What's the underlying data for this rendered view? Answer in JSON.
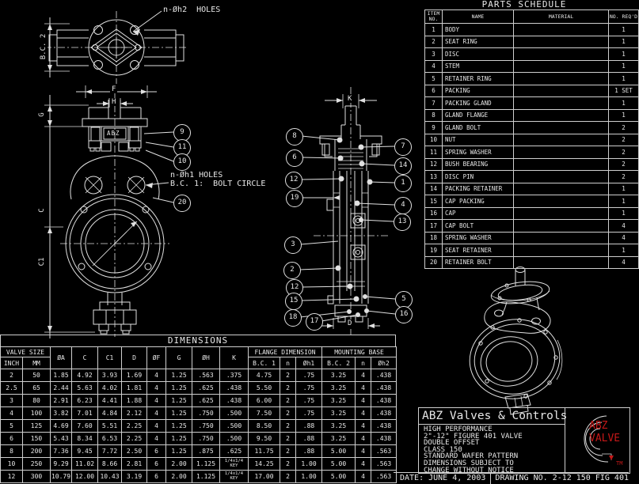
{
  "drawing": {
    "top_view_note": "n-Øh2  HOLES",
    "front_view": {
      "gland_label": "ABZ",
      "holes_note_line1": "n-Øh1 HOLES",
      "holes_note_line2": "B.C. 1:  BOLT CIRCLE"
    },
    "dim_labels": {
      "bc2": "B.C. 2",
      "f": "F",
      "h": "H",
      "g": "G",
      "c": "C",
      "c1": "C1",
      "k": "K",
      "d": "D"
    },
    "balloons": {
      "front": [
        "9",
        "11",
        "10",
        "20"
      ],
      "section_left": [
        "8",
        "6",
        "12",
        "19",
        "3",
        "2",
        "12",
        "15",
        "18",
        "17"
      ],
      "section_right": [
        "7",
        "14",
        "1",
        "4",
        "13",
        "5",
        "16"
      ]
    }
  },
  "parts_schedule": {
    "title": "PARTS SCHEDULE",
    "headers": {
      "item": "ITEM NO.",
      "name": "NAME",
      "material": "MATERIAL",
      "qty": "NO. REQ'D"
    },
    "rows": [
      {
        "no": "1",
        "name": "BODY",
        "material": "",
        "qty": "1"
      },
      {
        "no": "2",
        "name": "SEAT RING",
        "material": "",
        "qty": "1"
      },
      {
        "no": "3",
        "name": "DISC",
        "material": "",
        "qty": "1"
      },
      {
        "no": "4",
        "name": "STEM",
        "material": "",
        "qty": "1"
      },
      {
        "no": "5",
        "name": "RETAINER RING",
        "material": "",
        "qty": "1"
      },
      {
        "no": "6",
        "name": "PACKING",
        "material": "",
        "qty": "1 SET"
      },
      {
        "no": "7",
        "name": "PACKING GLAND",
        "material": "",
        "qty": "1"
      },
      {
        "no": "8",
        "name": "GLAND FLANGE",
        "material": "",
        "qty": "1"
      },
      {
        "no": "9",
        "name": "GLAND BOLT",
        "material": "",
        "qty": "2"
      },
      {
        "no": "10",
        "name": "NUT",
        "material": "",
        "qty": "2"
      },
      {
        "no": "11",
        "name": "SPRING WASHER",
        "material": "",
        "qty": "2"
      },
      {
        "no": "12",
        "name": "BUSH BEARING",
        "material": "",
        "qty": "2"
      },
      {
        "no": "13",
        "name": "DISC PIN",
        "material": "",
        "qty": "2"
      },
      {
        "no": "14",
        "name": "PACKING RETAINER",
        "material": "",
        "qty": "1"
      },
      {
        "no": "15",
        "name": "CAP PACKING",
        "material": "",
        "qty": "1"
      },
      {
        "no": "16",
        "name": "CAP",
        "material": "",
        "qty": "1"
      },
      {
        "no": "17",
        "name": "CAP BOLT",
        "material": "",
        "qty": "4"
      },
      {
        "no": "18",
        "name": "SPRING WASHER",
        "material": "",
        "qty": "4"
      },
      {
        "no": "19",
        "name": "SEAT RETAINER",
        "material": "",
        "qty": "1"
      },
      {
        "no": "20",
        "name": "RETAINER BOLT",
        "material": "",
        "qty": "4"
      }
    ]
  },
  "dimensions_table": {
    "title": "DIMENSIONS",
    "group_headers": {
      "valve_size": "VALVE SIZE",
      "flange": "FLANGE DIMENSION",
      "mounting": "MOUNTING BASE"
    },
    "columns": [
      "INCH",
      "MM",
      "ØA",
      "C",
      "C1",
      "D",
      "ØF",
      "G",
      "ØH",
      "K",
      "B.C. 1",
      "n",
      "Øh1",
      "B.C. 2",
      "n",
      "Øh2"
    ],
    "rows": [
      [
        "2",
        "50",
        "1.85",
        "4.92",
        "3.93",
        "1.69",
        "4",
        "1.25",
        ".563",
        ".375",
        "4.75",
        "2",
        ".75",
        "3.25",
        "4",
        ".438"
      ],
      [
        "2.5",
        "65",
        "2.44",
        "5.63",
        "4.02",
        "1.81",
        "4",
        "1.25",
        ".625",
        ".438",
        "5.50",
        "2",
        ".75",
        "3.25",
        "4",
        ".438"
      ],
      [
        "3",
        "80",
        "2.91",
        "6.23",
        "4.41",
        "1.88",
        "4",
        "1.25",
        ".625",
        ".438",
        "6.00",
        "2",
        ".75",
        "3.25",
        "4",
        ".438"
      ],
      [
        "4",
        "100",
        "3.82",
        "7.01",
        "4.84",
        "2.12",
        "4",
        "1.25",
        ".750",
        ".500",
        "7.50",
        "2",
        ".75",
        "3.25",
        "4",
        ".438"
      ],
      [
        "5",
        "125",
        "4.69",
        "7.60",
        "5.51",
        "2.25",
        "4",
        "1.25",
        ".750",
        ".500",
        "8.50",
        "2",
        ".88",
        "3.25",
        "4",
        ".438"
      ],
      [
        "6",
        "150",
        "5.43",
        "8.34",
        "6.53",
        "2.25",
        "4",
        "1.25",
        ".750",
        ".500",
        "9.50",
        "2",
        ".88",
        "3.25",
        "4",
        ".438"
      ],
      [
        "8",
        "200",
        "7.36",
        "9.45",
        "7.72",
        "2.50",
        "6",
        "1.25",
        ".875",
        ".625",
        "11.75",
        "2",
        ".88",
        "5.00",
        "4",
        ".563"
      ],
      [
        "10",
        "250",
        "9.29",
        "11.02",
        "8.66",
        "2.81",
        "6",
        "2.00",
        "1.125",
        "1/4x1/4 KEY",
        "14.25",
        "2",
        "1.00",
        "5.00",
        "4",
        ".563"
      ],
      [
        "12",
        "300",
        "10.79",
        "12.00",
        "10.43",
        "3.19",
        "6",
        "2.00",
        "1.125",
        "1/4x1/4 KEY",
        "17.00",
        "2",
        "1.00",
        "5.00",
        "4",
        ".563"
      ]
    ]
  },
  "title_block": {
    "company": "ABZ Valves & Controls",
    "description_lines": [
      "HIGH PERFORMANCE",
      "2\"-12\" FIGURE 401 VALVE",
      "DOUBLE OFFSET",
      "CLASS 150",
      "STANDARD WAFER PATTERN",
      "DIMENSIONS SUBJECT TO",
      "CHANGE WITHOUT NOTICE"
    ],
    "date": "DATE: JUNE 4, 2003",
    "drawing_no": "DRAWING NO. 2-12 150 FIG 401",
    "logo": {
      "line1": "ABZ",
      "line2": "VALVE",
      "tm": "TM",
      "color": "#c41818"
    }
  }
}
